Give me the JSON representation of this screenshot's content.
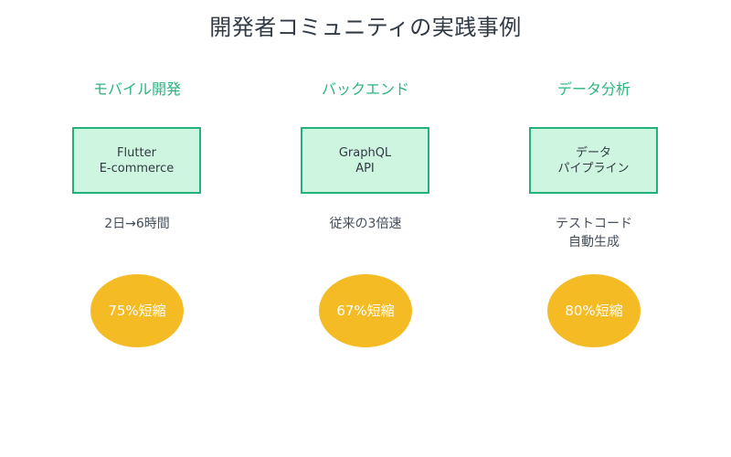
{
  "slide": {
    "title": "開発者コミュニティの実践事例",
    "background_color": "#ffffff",
    "title_color": "#313a45",
    "accent_color": "#2bb57d",
    "box_fill_color": "#cdf5df",
    "box_border_color": "#23b07c",
    "ellipse_color": "#f5bb24",
    "ellipse_text_color": "#ffffff"
  },
  "columns": [
    {
      "category": "モバイル開発",
      "project": "Flutter\nE-commerce",
      "metric": "2日→6時間",
      "result": "75%短縮"
    },
    {
      "category": "バックエンド",
      "project": "GraphQL\nAPI",
      "metric": "従来の3倍速",
      "result": "67%短縮"
    },
    {
      "category": "データ分析",
      "project": "データ\nパイプライン",
      "metric": "テストコード\n自動生成",
      "result": "80%短縮"
    }
  ]
}
